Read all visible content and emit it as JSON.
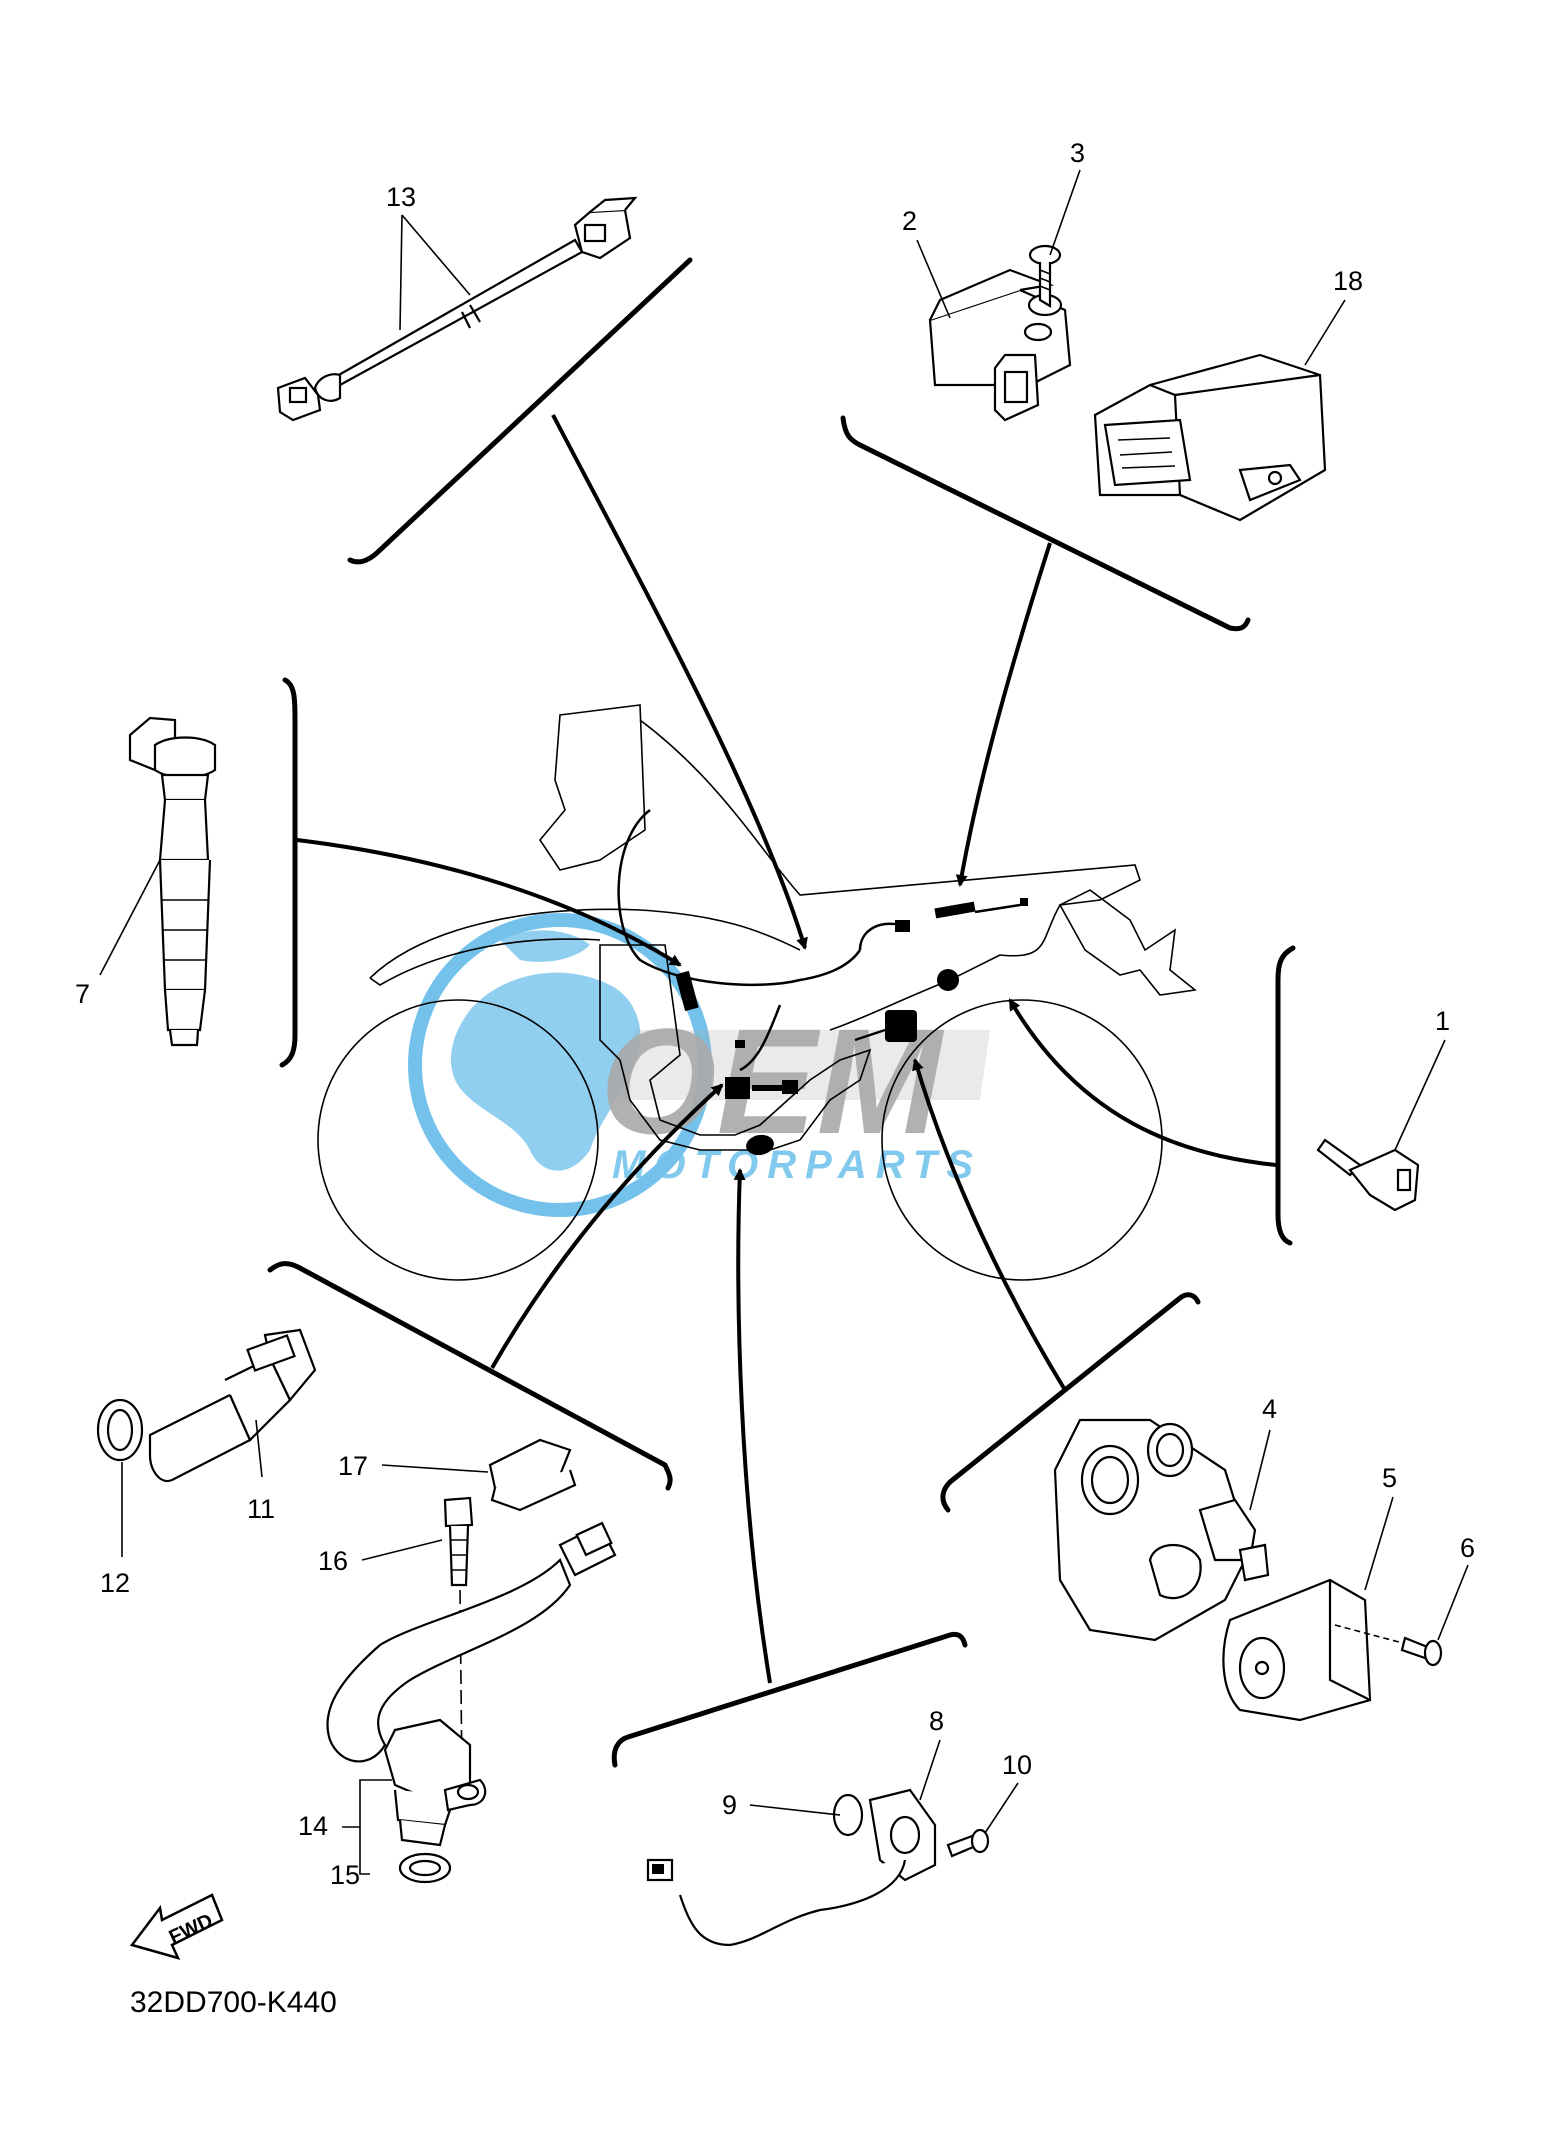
{
  "diagram": {
    "code": "32DD700-K440",
    "fwd_label": "FWD",
    "watermark": {
      "brand": "OEM",
      "sub": "MOTORPARTS",
      "color_blue": "#5bb8e8",
      "color_gray": "#9a9a9a"
    },
    "callouts": [
      "1",
      "2",
      "3",
      "4",
      "5",
      "6",
      "7",
      "8",
      "9",
      "10",
      "11",
      "12",
      "13",
      "14",
      "15",
      "16",
      "17",
      "18"
    ]
  }
}
